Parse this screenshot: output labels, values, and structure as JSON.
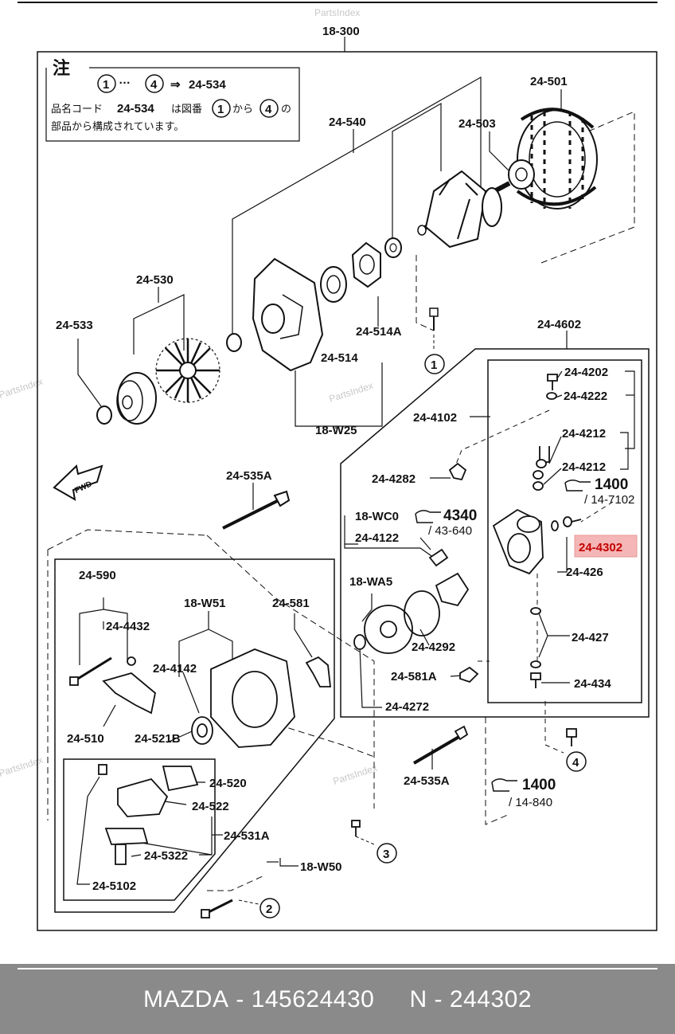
{
  "diagram": {
    "top_label": "18-300",
    "note": {
      "title": "注",
      "line1_marks": [
        "1",
        "4"
      ],
      "line1_range_sep": "…",
      "line1_arrow": "⇒",
      "line1_code": "24-534",
      "line2_prefix": "品名コード",
      "line2_code": "24-534",
      "line2_mid": "は図番",
      "line2_from": "から",
      "line2_suffix": "の",
      "line3": "部品から構成されています。"
    },
    "watermark": "PartsIndex",
    "fwd_label": "FWD",
    "parts": {
      "p24_501": "24-501",
      "p24_503": "24-503",
      "p24_540": "24-540",
      "p24_530": "24-530",
      "p24_533": "24-533",
      "p24_514A": "24-514A",
      "p24_514": "24-514",
      "p18_W25": "18-W25",
      "p24_4602": "24-4602",
      "p24_4202": "24-4202",
      "p24_4222": "24-4222",
      "p24_4102": "24-4102",
      "p24_4212a": "24-4212",
      "p24_4212b": "24-4212",
      "p24_4282": "24-4282",
      "p24_535A_top": "24-535A",
      "p18_WC0": "18-WC0",
      "p4340": "4340",
      "p43_640": "/ 43-640",
      "p24_4122": "24-4122",
      "p1400_top": "1400",
      "p14_7102": "/ 14-7102",
      "p24_4302": "24-4302",
      "p24_426": "24-426",
      "p18_WA5": "18-WA5",
      "p24_4292": "24-4292",
      "p24_427": "24-427",
      "p24_581A": "24-581A",
      "p24_434": "24-434",
      "p24_4272": "24-4272",
      "p24_590": "24-590",
      "p18_W51": "18-W51",
      "p24_581": "24-581",
      "p24_4432": "24-4432",
      "p24_4142": "24-4142",
      "p24_510": "24-510",
      "p24_521B": "24-521B",
      "p24_520": "24-520",
      "p24_522": "24-522",
      "p24_531A": "24-531A",
      "p24_5322": "24-5322",
      "p24_5102": "24-5102",
      "p18_W50": "18-W50",
      "p24_535A_bottom": "24-535A",
      "p1400_bottom": "1400",
      "p14_840": "/ 14-840"
    },
    "circle_marks": {
      "m1": "1",
      "m2": "2",
      "m3": "3",
      "m4": "4"
    },
    "highlight_color": "#f4b6b6",
    "highlight_text_color": "#c40000"
  },
  "footer": {
    "brand": "MAZDA",
    "separator": "-",
    "oem_number": "145624430",
    "code_prefix": "N",
    "part_code": "244302",
    "bar_color": "#8a8a8a"
  }
}
